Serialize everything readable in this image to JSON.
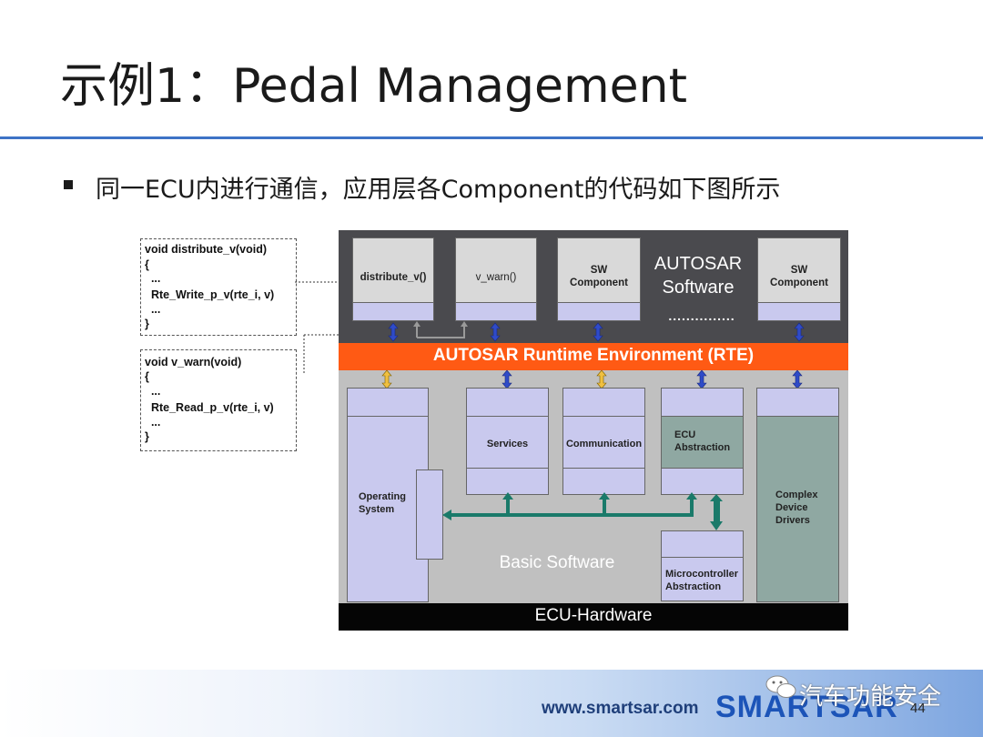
{
  "slide": {
    "title": "示例1：Pedal Management",
    "bullet": "同一ECU内进行通信，应用层各Component的代码如下图所示"
  },
  "code": {
    "distribute": [
      "void distribute_v(void)",
      "{",
      "  ...",
      "  Rte_Write_p_v(rte_i, v)",
      "  ...",
      "}"
    ],
    "warn": [
      "void v_warn(void)",
      "{",
      "  ...",
      "  Rte_Read_p_v(rte_i, v)",
      "  ...",
      "}"
    ]
  },
  "diagram": {
    "components": {
      "distribute": "distribute_v()",
      "warn": "v_warn()",
      "sw1": "SW\nComponent",
      "sw2": "SW\nComponent",
      "autosar_sw": "AUTOSAR\nSoftware",
      "dots": "..............."
    },
    "rte": "AUTOSAR Runtime Environment (RTE)",
    "bsw": {
      "services": "Services",
      "communication": "Communication",
      "ecu_abstraction": "ECU\nAbstraction",
      "os": "Operating\nSystem",
      "complex": "Complex\nDevice\nDrivers",
      "mcal": "Microcontroller\nAbstraction",
      "basic": "Basic Software"
    },
    "hardware": "ECU-Hardware",
    "colors": {
      "rte": "#ff5a14",
      "app_layer": "#4a4a4e",
      "bsw_bg": "#c0c0c0",
      "component_box": "#c9c9ee",
      "complex_box": "#8fa8a2",
      "hardware": "#050505"
    }
  },
  "footer": {
    "url": "www.smartsar.com",
    "logo": "SMARTSAR",
    "page": "44",
    "watermark": "汽车功能安全",
    "watermark_icon": "wechat-icon"
  }
}
